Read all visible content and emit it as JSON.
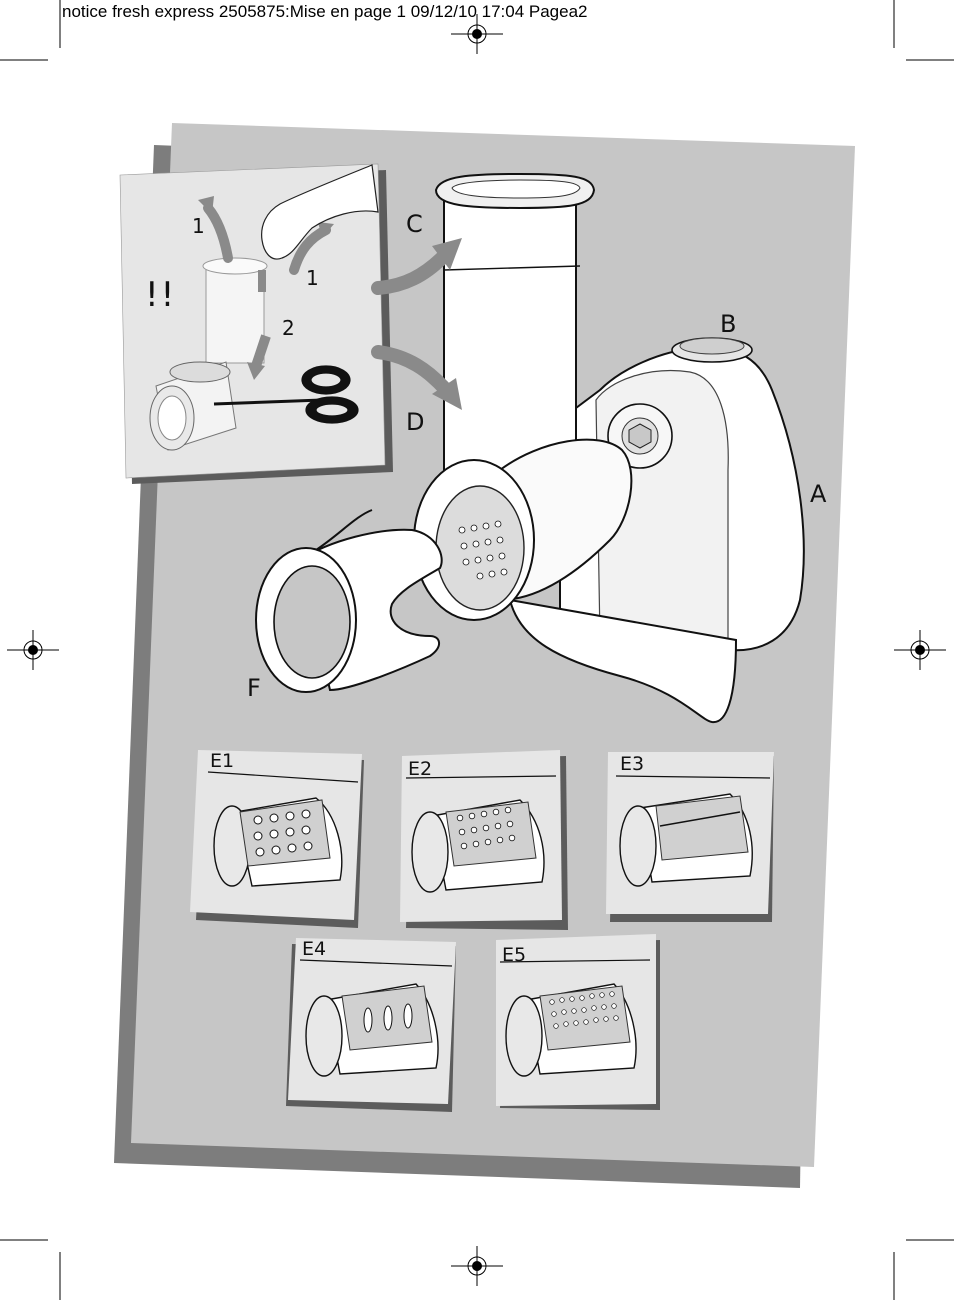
{
  "header": {
    "text": "notice fresh express 2505875:Mise en page 1  09/12/10  17:04  Pagea2"
  },
  "inset": {
    "warning": "!!",
    "step_1a": "1",
    "step_1b": "1",
    "step_2": "2"
  },
  "labels": {
    "A": "A",
    "B": "B",
    "C": "C",
    "D": "D",
    "F": "F"
  },
  "cones": [
    {
      "id": "E1",
      "label": "E1",
      "pattern": "coarse-grater"
    },
    {
      "id": "E2",
      "label": "E2",
      "pattern": "fine-grater"
    },
    {
      "id": "E3",
      "label": "E3",
      "pattern": "slicer"
    },
    {
      "id": "E4",
      "label": "E4",
      "pattern": "wave-slicer"
    },
    {
      "id": "E5",
      "label": "E5",
      "pattern": "extra-fine-grater"
    }
  ],
  "colors": {
    "panel": "#c6c6c6",
    "panel_shadow": "#7d7d7d",
    "card": "#e6e6e6",
    "card_shadow": "#5c5c5c",
    "arrow": "#8a8a8a"
  },
  "icons": [
    "registration-mark-icon",
    "crop-mark-icon",
    "scissors-icon",
    "hand-icon",
    "arrow-icon"
  ]
}
